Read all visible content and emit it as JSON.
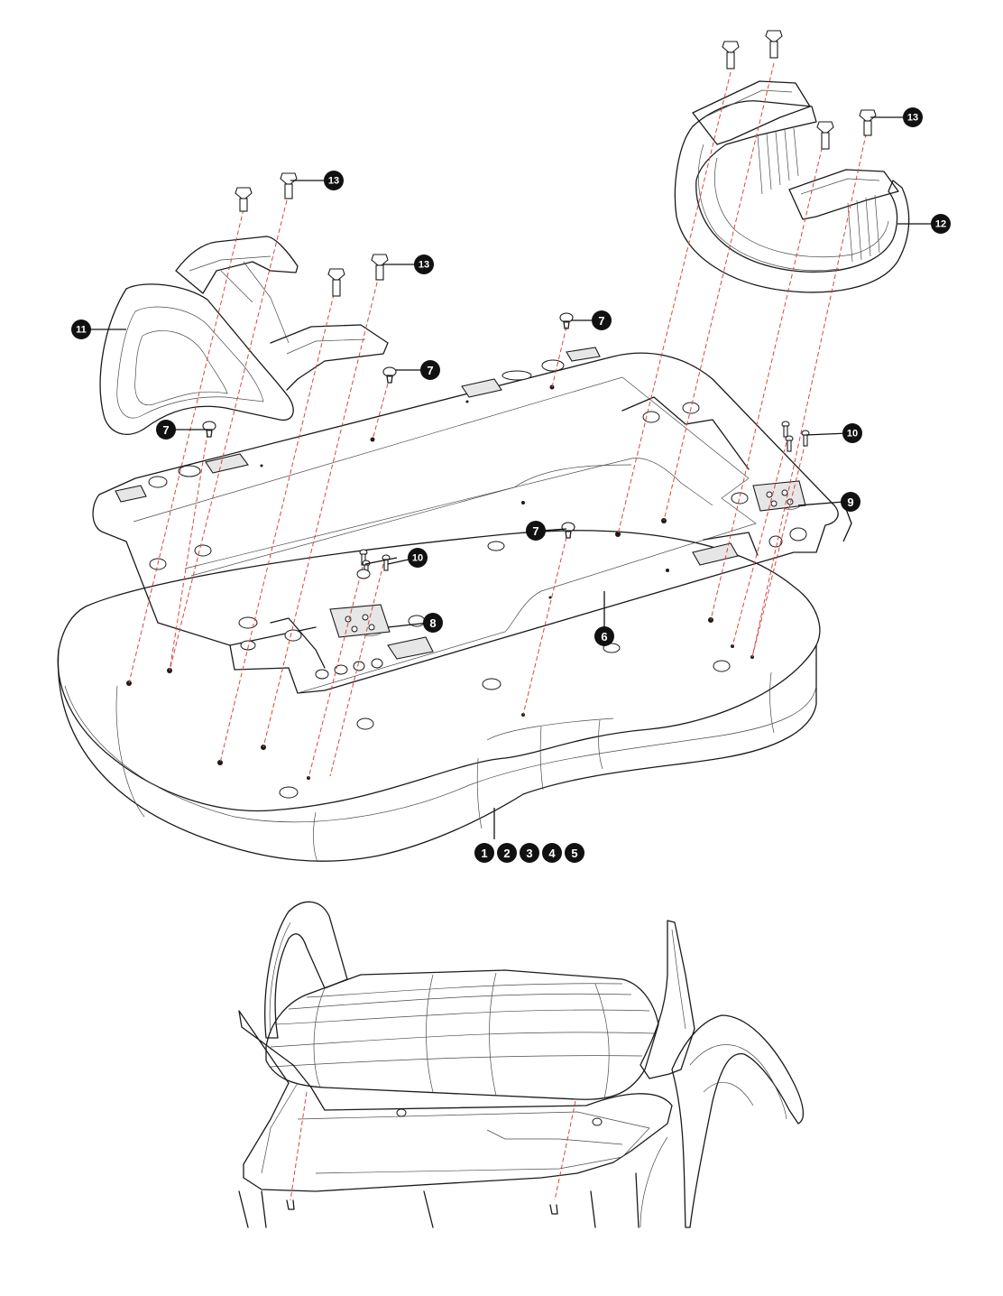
{
  "callouts": [
    {
      "id": "c1",
      "label": "1"
    },
    {
      "id": "c2",
      "label": "2"
    },
    {
      "id": "c3",
      "label": "3"
    },
    {
      "id": "c4",
      "label": "4"
    },
    {
      "id": "c5",
      "label": "5"
    },
    {
      "id": "c6",
      "label": "6"
    },
    {
      "id": "c7a",
      "label": "7"
    },
    {
      "id": "c7b",
      "label": "7"
    },
    {
      "id": "c7c",
      "label": "7"
    },
    {
      "id": "c7d",
      "label": "7"
    },
    {
      "id": "c8",
      "label": "8"
    },
    {
      "id": "c9",
      "label": "9"
    },
    {
      "id": "c10a",
      "label": "10"
    },
    {
      "id": "c10b",
      "label": "10"
    },
    {
      "id": "c11",
      "label": "11"
    },
    {
      "id": "c12",
      "label": "12"
    },
    {
      "id": "c13a",
      "label": "13"
    },
    {
      "id": "c13b",
      "label": "13"
    },
    {
      "id": "c13c",
      "label": "13"
    }
  ],
  "colors": {
    "line": "#1a1a1a",
    "alignment_dash": "#d9463e",
    "callout_fill": "#111111",
    "callout_text": "#ffffff",
    "plate_fill": "#e6e6e6"
  }
}
